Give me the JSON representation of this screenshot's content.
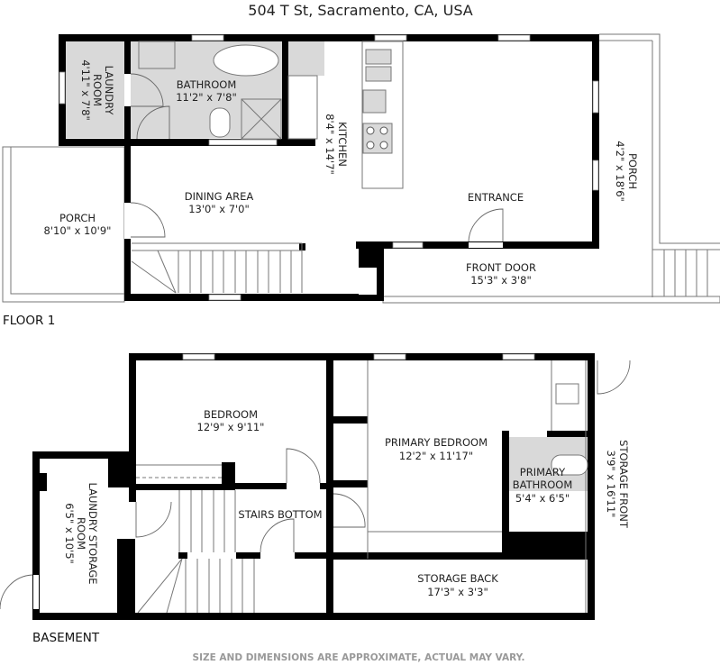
{
  "title": "504 T St, Sacramento, CA, USA",
  "floors": [
    {
      "label": "FLOOR 1"
    },
    {
      "label": "BASEMENT"
    }
  ],
  "rooms": [
    {
      "name": "LAUNDRY",
      "name2": "ROOM",
      "size": "4'11\" x 7'8\""
    },
    {
      "name": "BATHROOM",
      "size": "11'2\" x 7'8\""
    },
    {
      "name": "KITCHEN",
      "size": "8'4\" x 14'7\""
    },
    {
      "name": "DINING AREA",
      "size": "13'0\" x 7'0\""
    },
    {
      "name": "PORCH",
      "size": "8'10\" x 10'9\""
    },
    {
      "name": "ENTRANCE"
    },
    {
      "name": "PORCH",
      "size": "4'2\" x 18'6\""
    },
    {
      "name": "FRONT DOOR",
      "size": "15'3\" x 3'8\""
    },
    {
      "name": "BEDROOM",
      "size": "12'9\" x 9'11\""
    },
    {
      "name": "LAUNDRY STORAGE",
      "name2": "ROOM",
      "size": "6'5\" x 10'5\""
    },
    {
      "name": "STAIRS BOTTOM"
    },
    {
      "name": "PRIMARY BEDROOM",
      "size": "12'2\" x 11'17\""
    },
    {
      "name": "PRIMARY",
      "name2": "BATHROOM",
      "size": "5'4\" x 6'5\""
    },
    {
      "name": "STORAGE FRONT",
      "size": "3'9\" x 16'11\""
    },
    {
      "name": "STORAGE BACK",
      "size": "17'3\" x 3'3\""
    }
  ],
  "disclaimer": "SIZE AND DIMENSIONS ARE APPROXIMATE, ACTUAL MAY VARY."
}
